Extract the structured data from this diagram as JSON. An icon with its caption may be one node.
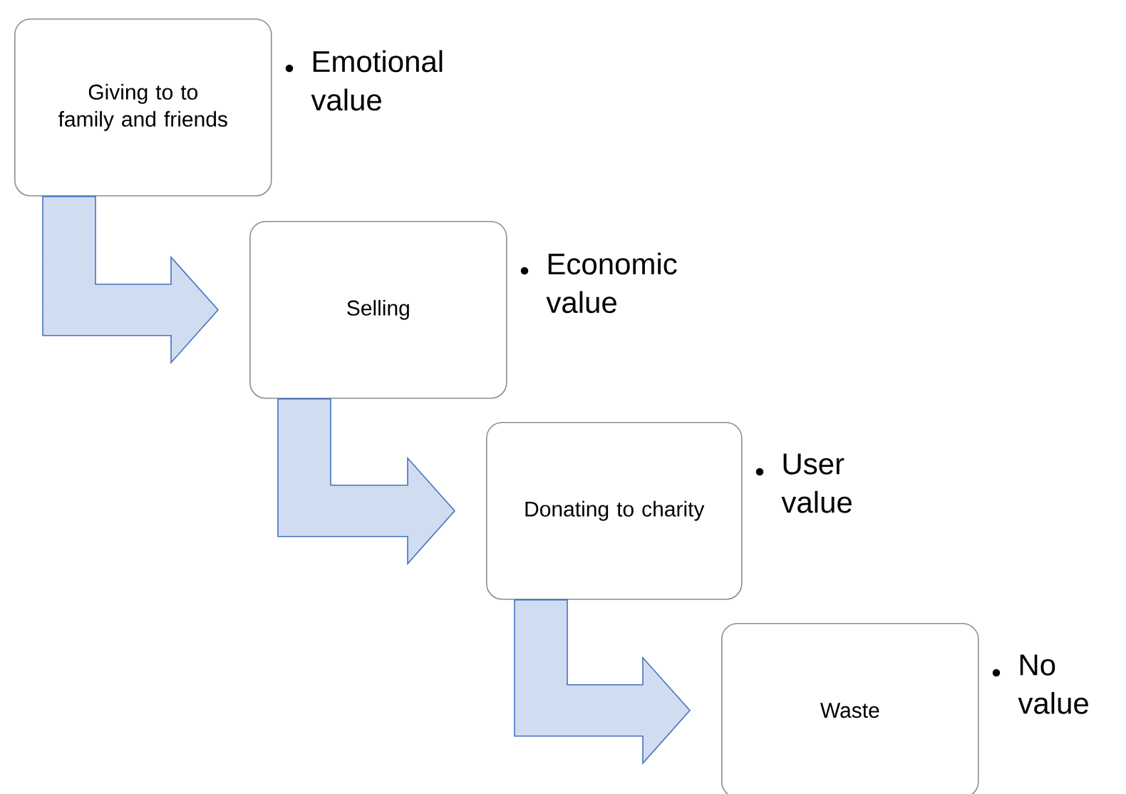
{
  "diagram": {
    "nodes": [
      {
        "text": [
          "Giving to to family and friends"
        ],
        "beside": [
          "Emotional value"
        ]
      },
      {
        "text": [
          "Selling"
        ],
        "beside": [
          "Economic value"
        ]
      },
      {
        "text": [
          "Donating to charity"
        ],
        "beside": [
          "User value"
        ]
      },
      {
        "text": [
          "Waste"
        ],
        "beside": [
          "No value"
        ]
      }
    ],
    "edges": [
      {
        "from": 0,
        "to": 1,
        "arrow": "to"
      },
      {
        "from": 1,
        "to": 2,
        "arrow": "to"
      },
      {
        "from": 2,
        "to": 3,
        "arrow": "to"
      }
    ]
  }
}
